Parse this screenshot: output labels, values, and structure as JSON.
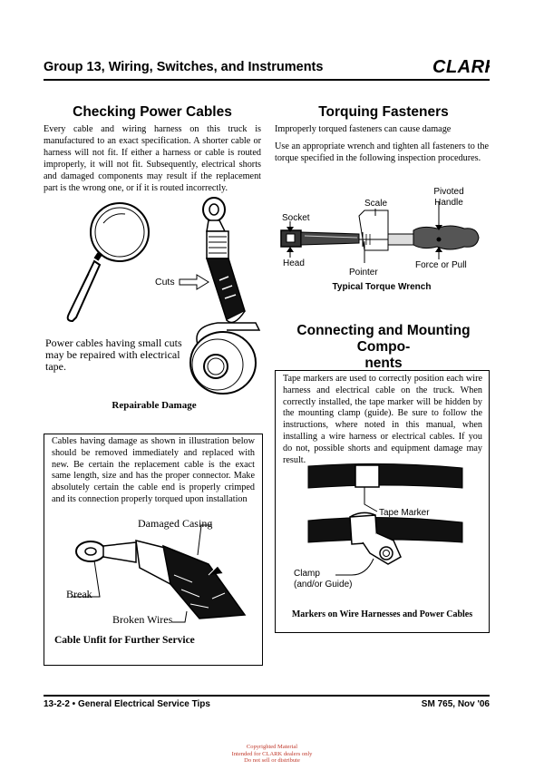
{
  "header": {
    "group_title": "Group 13, Wiring, Switches, and Instruments",
    "logo_text": "CLARK"
  },
  "left": {
    "heading": "Checking Power Cables",
    "paragraph": "Every cable and wiring harness on this truck is manufactured to an exact specification. A shorter cable or harness will not fit. If either a harness or cable is routed improperly, it will not fit. Subsequently, electrical shorts and damaged components may result if the replacement part is the wrong one, or if it is routed incorrectly.",
    "cuts_label": "Cuts",
    "small_cuts_note": "Power cables having small cuts may be repaired with electrical tape.",
    "figure_caption": "Repairable Damage",
    "box": {
      "paragraph": "Cables having damage as shown in illustration below should be removed immediately and replaced with new. Be certain the replacement cable is the exact same length, size and has the proper connector. Make absolutely certain the cable end is properly crimped and its connection properly torqued upon installation",
      "damaged_casing_label": "Damaged Casing",
      "break_label": "Break",
      "broken_wires_label": "Broken Wires",
      "caption": "Cable Unfit for Further Service"
    }
  },
  "right": {
    "heading": "Torquing Fasteners",
    "para1": "Improperly torqued fasteners can cause damage",
    "para2": "Use an appropriate wrench and tighten all fasteners to the torque specified in the following inspection procedures.",
    "wrench_labels": {
      "scale": "Scale",
      "pivoted_handle": "Pivoted Handle",
      "socket": "Socket",
      "head": "Head",
      "pointer": "Pointer",
      "force": "Force or Pull"
    },
    "wrench_caption": "Typical Torque Wrench",
    "heading2_line1": "Connecting and Mounting Compo-",
    "heading2_line2": "nents",
    "box": {
      "paragraph": "Tape markers are used to correctly position each wire harness and electrical cable on the truck. When correctly installed, the tape marker will be hidden by the mounting clamp (guide). Be sure to follow the instructions, where noted in this manual, when installing a wire harness or electrical cables. If you do not, possible shorts and equipment damage may result.",
      "tape_marker_label": "Tape Marker",
      "clamp_label": "Clamp",
      "clamp_sub_label": "(and/or Guide)",
      "caption": "Markers on Wire Harnesses and Power Cables"
    }
  },
  "footer": {
    "left": "13-2-2 • General Electrical Service Tips",
    "right": "SM 765, Nov '06"
  },
  "copyright": {
    "line1": "Copyrighted Material",
    "line2": "Intended for CLARK dealers only",
    "line3": "Do not sell or distribute"
  },
  "colors": {
    "copyright_red": "#c0392b"
  }
}
